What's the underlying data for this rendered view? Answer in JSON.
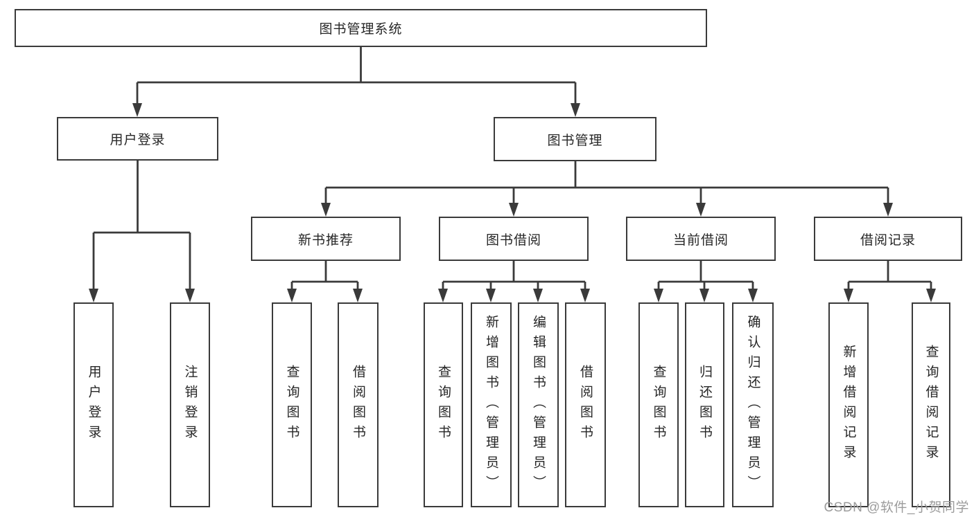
{
  "diagram_title": "图书管理系统",
  "watermark": "CSDN @软件_小贺同学",
  "colors": {
    "line": "#3a3a3a",
    "text": "#262626",
    "box_bg": "#ffffff",
    "watermark": "#9c9c9c"
  },
  "tree": {
    "label": "图书管理系统",
    "children": [
      {
        "label": "用户登录",
        "children": [
          {
            "label": "用户登录"
          },
          {
            "label": "注销登录"
          }
        ]
      },
      {
        "label": "图书管理",
        "children": [
          {
            "label": "新书推荐",
            "children": [
              {
                "label": "查询图书"
              },
              {
                "label": "借阅图书"
              }
            ]
          },
          {
            "label": "图书借阅",
            "children": [
              {
                "label": "查询图书"
              },
              {
                "label": "新增图书（管理员）"
              },
              {
                "label": "编辑图书（管理员）"
              },
              {
                "label": "借阅图书"
              }
            ]
          },
          {
            "label": "当前借阅",
            "children": [
              {
                "label": "查询图书"
              },
              {
                "label": "归还图书"
              },
              {
                "label": "确认归还（管理员）"
              }
            ]
          },
          {
            "label": "借阅记录",
            "children": [
              {
                "label": "新增借阅记录"
              },
              {
                "label": "查询借阅记录"
              }
            ]
          }
        ]
      }
    ]
  }
}
